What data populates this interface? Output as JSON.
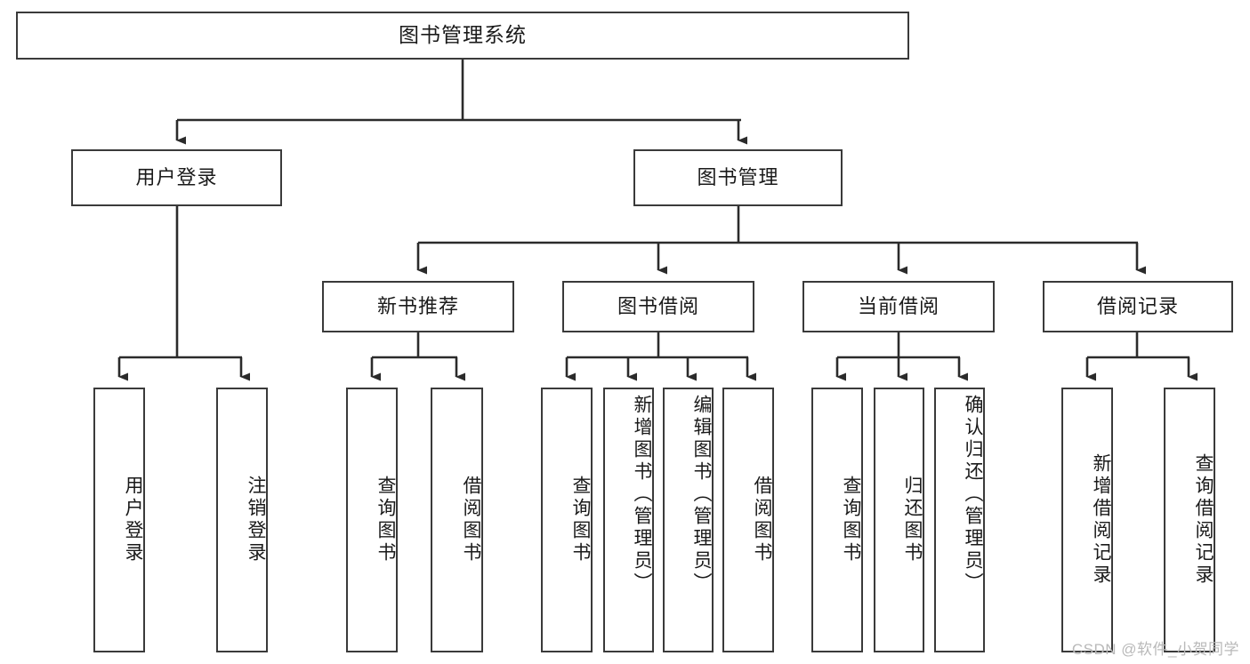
{
  "diagram": {
    "title": "图书管理系统",
    "type": "tree",
    "watermark": "CSDN @软件_小贺同学",
    "colors": {
      "box_border": "#3a3a3a",
      "box_fill": "#ffffff",
      "connector": "#2b2b2b",
      "text": "#1a1a1a",
      "watermark": "#b9b9b9",
      "background": "#ffffff"
    },
    "root": {
      "label": "图书管理系统"
    },
    "level2": [
      {
        "label": "用户登录"
      },
      {
        "label": "图书管理"
      }
    ],
    "level3": [
      {
        "label": "新书推荐"
      },
      {
        "label": "图书借阅"
      },
      {
        "label": "当前借阅"
      },
      {
        "label": "借阅记录"
      }
    ],
    "leaves": {
      "user_login": [
        {
          "label": "用户登录"
        },
        {
          "label": "注销登录"
        }
      ],
      "new_book_recommend": [
        {
          "label": "查询图书"
        },
        {
          "label": "借阅图书"
        }
      ],
      "book_borrow": [
        {
          "label": "查询图书"
        },
        {
          "label": "新增图书（管理员）"
        },
        {
          "label": "编辑图书（管理员）"
        },
        {
          "label": "借阅图书"
        }
      ],
      "current_borrow": [
        {
          "label": "查询图书"
        },
        {
          "label": "归还图书"
        },
        {
          "label": "确认归还（管理员）"
        }
      ],
      "borrow_record": [
        {
          "label": "新增借阅记录"
        },
        {
          "label": "查询借阅记录"
        }
      ]
    }
  }
}
